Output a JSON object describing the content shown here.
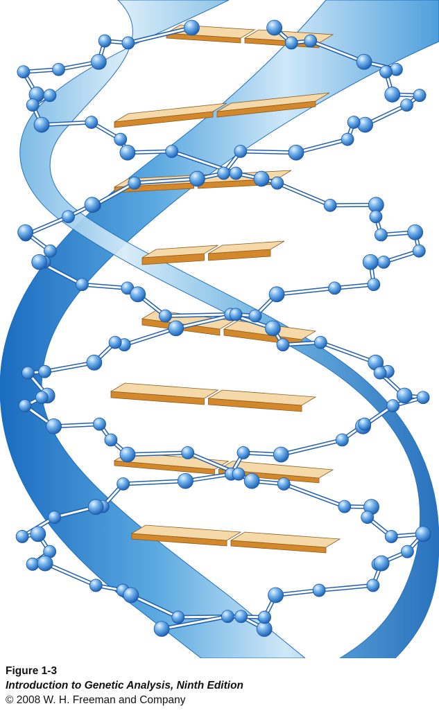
{
  "caption": {
    "figure_label": "Figure 1-3",
    "book_title": "Introduction to Genetic Analysis, Ninth Edition",
    "copyright": "© 2008 W. H. Freeman and Company"
  },
  "colors": {
    "ribbon_light": "#cfe8f8",
    "ribbon_mid": "#5aa8e0",
    "ribbon_dark": "#1a6cc0",
    "atom": "#3f8fdc",
    "atom_highlight": "#e6f4ff",
    "bond": "#ffffff",
    "base_top": "#f6d9a8",
    "base_side": "#d4882c"
  },
  "icons": {
    "helix": "dna-double-helix-icon",
    "atom": "sugar-phosphate-atom-icon",
    "base": "base-pair-slab-icon"
  }
}
